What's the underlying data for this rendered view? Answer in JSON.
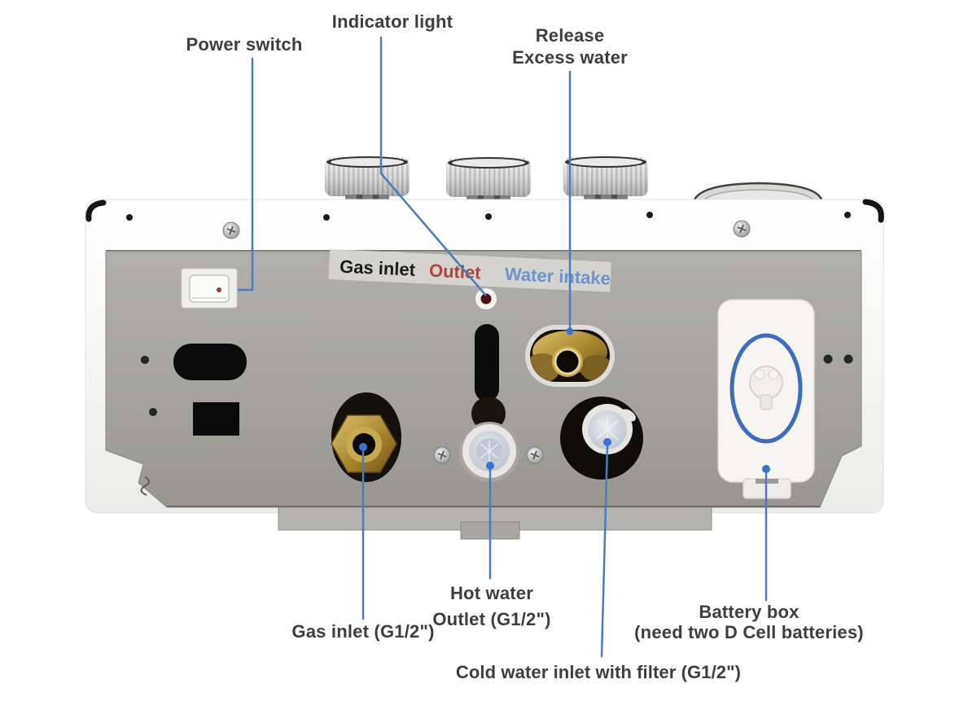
{
  "diagram": {
    "type": "product-annotation",
    "subject": "tankless water heater bottom view",
    "callouts": {
      "power_switch": "Power switch",
      "indicator_light": "Indicator light",
      "release_excess_water": [
        "Release",
        "Excess water"
      ],
      "gas_inlet": "Gas inlet (G1/2\")",
      "hot_water_outlet": [
        "Hot water",
        "Outlet (G1/2\")"
      ],
      "cold_water_inlet": "Cold water inlet  with filter (G1/2\")",
      "battery_box": [
        "Battery box",
        "(need two D Cell batteries)"
      ]
    },
    "panel_print": {
      "gas_inlet": "Gas inlet",
      "outlet": "Outlet",
      "water_intake": "Water intake"
    },
    "colors": {
      "leader_line": "#4e7cb9",
      "leader_dot": "#3a72d2",
      "callout_text": "#3e3e3e",
      "panel_print_gas": "#1c1c1c",
      "panel_print_outlet": "#b0453c",
      "panel_print_water": "#6e95cb",
      "battery_ring": "#3d6cc0",
      "brass": "#a98b3e",
      "panel_gray": "#a5a4a0",
      "shell_white": "#f9f9f8"
    }
  }
}
